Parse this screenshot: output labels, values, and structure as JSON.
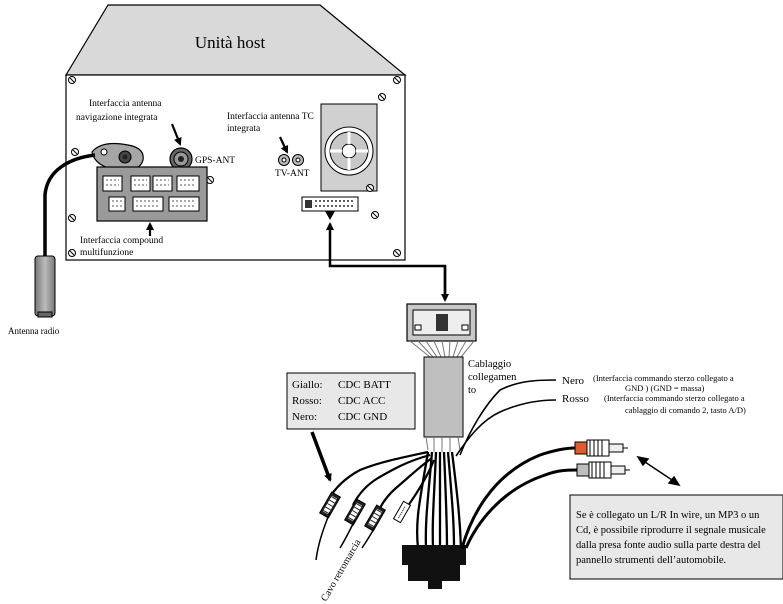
{
  "host": {
    "title": "Unità host"
  },
  "labels": {
    "nav_antenna_line1": "Interfaccia antenna",
    "nav_antenna_line2": "navigazione integrata",
    "gps_ant": "GPS-ANT",
    "tv_antenna_line1": "Interfaccia antenna TC",
    "tv_antenna_line2": "integrata",
    "tv_ant": "TV-ANT",
    "compound_line1": "Interfaccia compound",
    "compound_line2": "multifunzione",
    "antenna_radio": "Antenna radio",
    "harness_line1": "Cablaggio",
    "harness_line2": "collegamen",
    "harness_line3": "to",
    "reverse_cable": "Cavo retromarcia"
  },
  "cdc_box": {
    "rows": [
      {
        "color": "Giallo:",
        "signal": "CDC BATT"
      },
      {
        "color": "Rosso:",
        "signal": "CDC ACC"
      },
      {
        "color": "Nero:",
        "signal": "CDC GND"
      }
    ]
  },
  "wires": {
    "nero_name": "Nero",
    "nero_desc_line1": "(Interfaccia commando sterzo collegato a",
    "nero_desc_line2": "GND ) (GND = massa)",
    "rosso_name": "Rosso",
    "rosso_desc_line1": "(Interfaccia commando sterzo collegato a",
    "rosso_desc_line2": "cablaggio di comando 2, tasto A/D)"
  },
  "audio_box": {
    "line1": "Se è collegato un L/R In wire, un MP3 o un",
    "line2": "Cd, è possibile riprodurre il segnale musicale",
    "line3": "dalla presa fonte audio sulla parte destra del",
    "line4": "pannello strumenti dell’automobile."
  }
}
